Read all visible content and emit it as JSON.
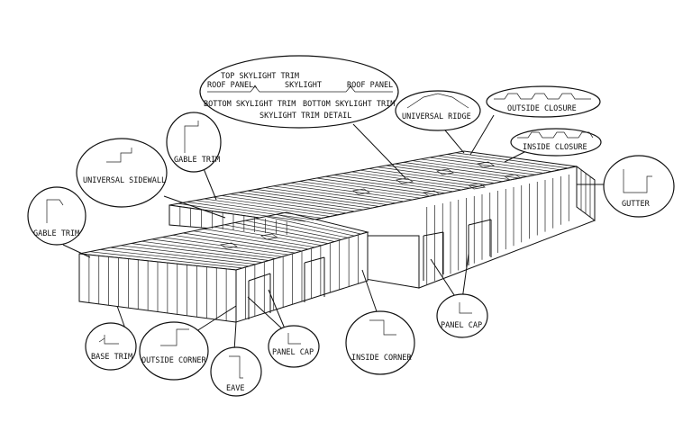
{
  "labels": {
    "top_skylight_trim": "TOP SKYLIGHT TRIM",
    "roof_panel_left": "ROOF PANEL",
    "skylight": "SKYLIGHT",
    "roof_panel_right": "ROOF PANEL",
    "bottom_skylight_trim_left": "BOTTOM SKYLIGHT TRIM",
    "bottom_skylight_trim_right": "BOTTOM SKYLIGHT TRIM",
    "skylight_trim_detail": "SKYLIGHT TRIM DETAIL",
    "universal_ridge": "UNIVERSAL RIDGE",
    "outside_closure": "OUTSIDE CLOSURE",
    "inside_closure": "INSIDE CLOSURE",
    "gutter": "GUTTER",
    "gable_trim_upper": "GABLE TRIM",
    "universal_sidewall": "UNIVERSAL SIDEWALL",
    "gable_trim_left": "GABLE TRIM",
    "base_trim": "BASE TRIM",
    "outside_corner": "OUTSIDE CORNER",
    "eave": "EAVE",
    "panel_cap_left": "PANEL CAP",
    "inside_corner": "INSIDE CORNER",
    "panel_cap_right": "PANEL CAP"
  },
  "colors": {
    "ink": "#111111",
    "paper": "#ffffff"
  }
}
